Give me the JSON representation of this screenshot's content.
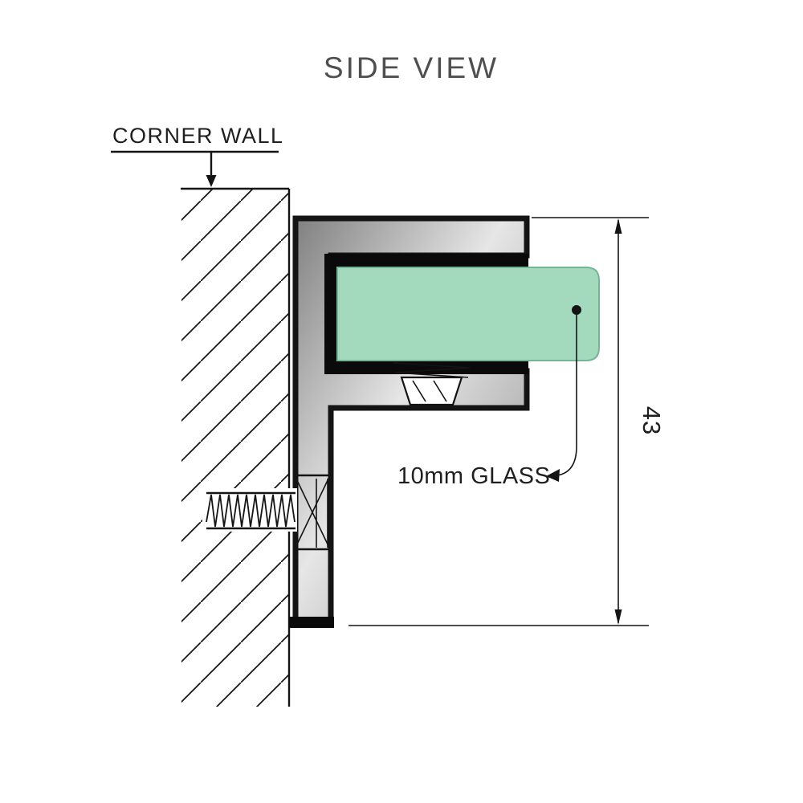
{
  "drawing": {
    "title": "SIDE VIEW",
    "labels": {
      "wall": "CORNER WALL",
      "glass": "10mm GLASS"
    },
    "dimension": {
      "value": "43"
    }
  },
  "colors": {
    "background": "#ffffff",
    "line": "#141414",
    "title": "#4f4f4f",
    "text": "#1f1f1f",
    "glass_fill": "#a3d9bd",
    "glass_edge": "#74b595",
    "metal_dark": "#808080",
    "metal_light": "#e6e6e6",
    "metal_mid": "#8f8f8f",
    "channel": "#0a0a0a"
  }
}
